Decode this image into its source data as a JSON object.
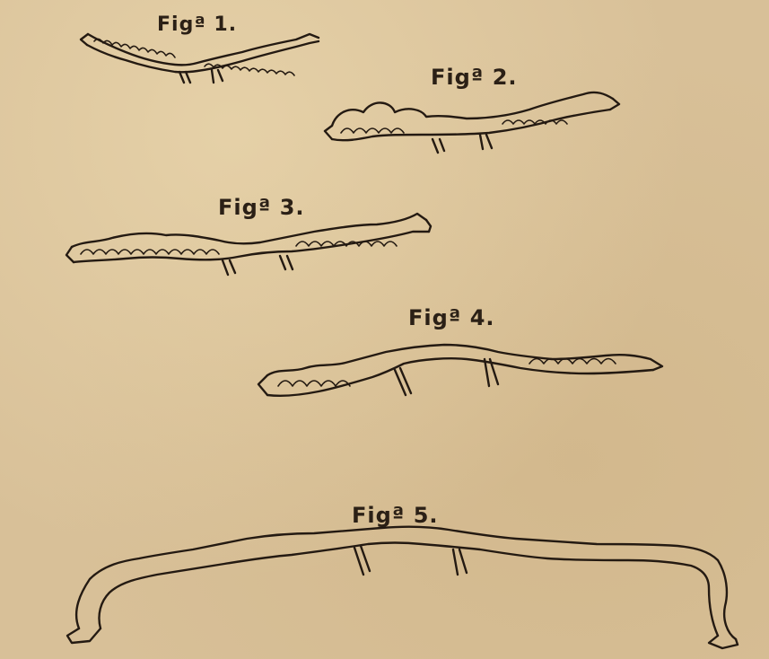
{
  "figures": [
    {
      "label": "Figª 1."
    },
    {
      "label": "Figª 2."
    },
    {
      "label": "Figª 3."
    },
    {
      "label": "Figª 4."
    },
    {
      "label": "Figª 5."
    }
  ],
  "colors": {
    "paper": "#d8c098",
    "ink": "#241a12"
  }
}
